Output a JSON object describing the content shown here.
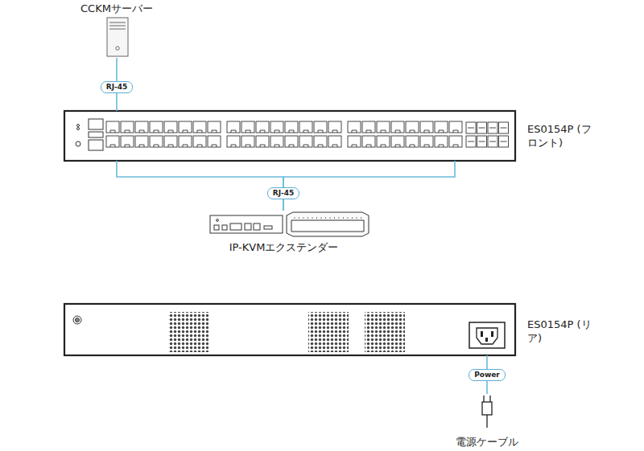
{
  "diagram": {
    "nodes": [
      {
        "text": [
          "CCKMサーバー"
        ]
      },
      {
        "text": [
          "ES0154P (フロント)"
        ]
      },
      {
        "text": [
          "IP-KVMエクステンダー"
        ]
      },
      {
        "text": [
          "ES0154P (リア)"
        ]
      },
      {
        "text": [
          "電源ケーブル"
        ]
      }
    ],
    "edges": [
      {
        "from": 0,
        "to": 1,
        "arrow": "none",
        "label": "RJ-45"
      },
      {
        "from": 1,
        "to": 2,
        "arrow": "none",
        "label": "RJ-45"
      },
      {
        "from": 3,
        "to": 4,
        "arrow": "none",
        "label": "Power"
      }
    ]
  }
}
